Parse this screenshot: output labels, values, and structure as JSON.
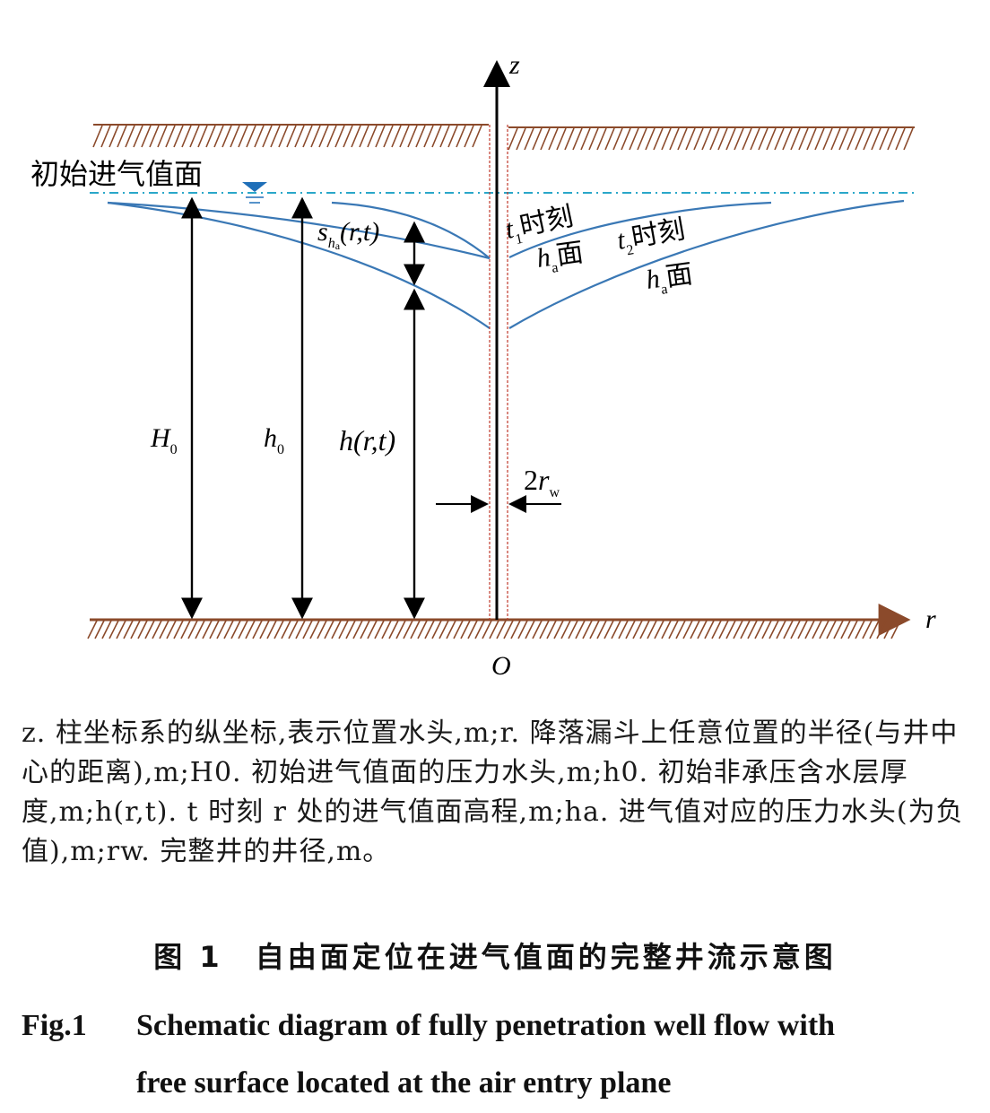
{
  "diagram": {
    "labels": {
      "z_axis": "z",
      "r_axis": "r",
      "origin": "O",
      "initial_air_entry_plane": "初始进气值面",
      "H0": "H",
      "H0_sub": "0",
      "h0": "h",
      "h0_sub": "0",
      "hrt": "h(r,t)",
      "sha_s": "s",
      "sha_sub": "h",
      "sha_subsub": "a",
      "sha_args": "(r,t)",
      "t1_t": "t",
      "t1_sub": "1",
      "t1_text": "时刻",
      "t2_t": "t",
      "t2_sub": "2",
      "t2_text": "时刻",
      "ha_h": "h",
      "ha_sub": "a",
      "ha_text": "面",
      "rw_2": "2",
      "rw_r": "r",
      "rw_sub": "w"
    },
    "colors": {
      "ground": "#8B4A2B",
      "water_level": "#2AA7C9",
      "curve": "#3A78B5",
      "marker": "#1F6FB8",
      "well_dash": "#C0392B",
      "axis": "#000000"
    }
  },
  "caption": {
    "legend_text": "z. 柱坐标系的纵坐标,表示位置水头,m;r. 降落漏斗上任意位置的半径(与井中心的距离),m;H0. 初始进气值面的压力水头,m;h0. 初始非承压含水层厚度,m;h(r,t). t 时刻 r 处的进气值面高程,m;ha. 进气值对应的压力水头(为负值),m;rw. 完整井的井径,m。",
    "title_cn": "图 1　自由面定位在进气值面的完整井流示意图",
    "fig_label": "Fig.1",
    "title_en_line1": "Schematic diagram of fully penetration well flow with",
    "title_en_line2": "free surface located at the air entry plane"
  }
}
